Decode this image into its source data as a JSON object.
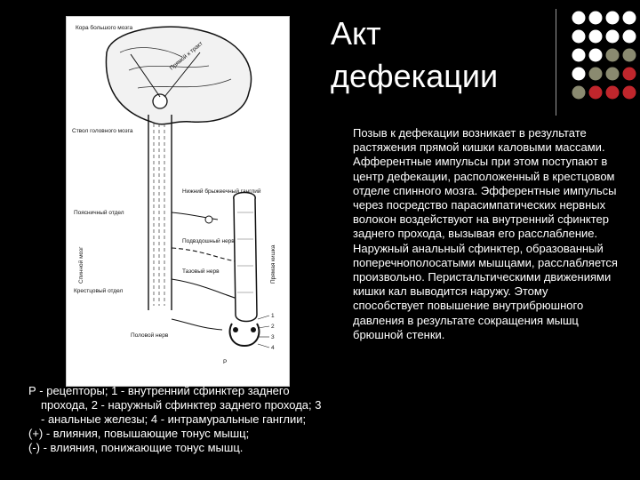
{
  "slide": {
    "title_line1": "Акт",
    "title_line2": "дефекации",
    "body": "Позыв к дефекации возникает в результате растяжения прямой кишки каловыми массами. Афферентные импульсы при этом поступают в центр дефекации, расположенный в крестцовом отделе спинного мозга. Эфферентные импульсы через посредство парасимпатических нервных волокон воздействуют на внутренний сфинктер заднего прохода, вызывая его расслабление. Наружный анальный сфинктер, образованный поперечнополосатыми мышцами, расслабляется произвольно. Перистальтическими движениями кишки кал выводится наружу. Этому способствует повышение внутрибрюшного давления в результате сокращения мышц брюшной стенки.",
    "legend": [
      "Р - рецепторы; 1 - внутренний сфинктер заднего прохода, 2 - наружный сфинктер заднего прохода; 3 - анальные железы; 4 - интрамуральные ганглии;",
      "(+) - влияния, повышающие тонус мышц;",
      "(-) - влияния, понижающие тонус мышц."
    ]
  },
  "figure": {
    "cortex": "Кора большого мозга",
    "tract": "Прямой к тракт",
    "brainstem": "Ствол головного мозга",
    "spinal_cord": "Спинной мозг",
    "lumbar": "Поясничный отдел",
    "ganglion": "Нижний брыжеечный ганглий",
    "hypogastric": "Подвздошный нерв",
    "pelvic": "Тазовый нерв",
    "rectum": "Прямая кишка",
    "sacral": "Крестцовый отдел",
    "pudendal": "Половой нерв",
    "n1": "1",
    "n2": "2",
    "n3": "3",
    "n4": "4",
    "p": "P"
  },
  "decor": {
    "dot_grid": [
      [
        "#ffffff",
        "#ffffff",
        "#ffffff",
        "#ffffff"
      ],
      [
        "#ffffff",
        "#ffffff",
        "#ffffff",
        "#ffffff"
      ],
      [
        "#ffffff",
        "#ffffff",
        "#8a8a70",
        "#8a8a70"
      ],
      [
        "#ffffff",
        "#8a8a70",
        "#8a8a70",
        "#c0262c"
      ],
      [
        "#8a8a70",
        "#c0262c",
        "#c0262c",
        "#c0262c"
      ]
    ]
  }
}
